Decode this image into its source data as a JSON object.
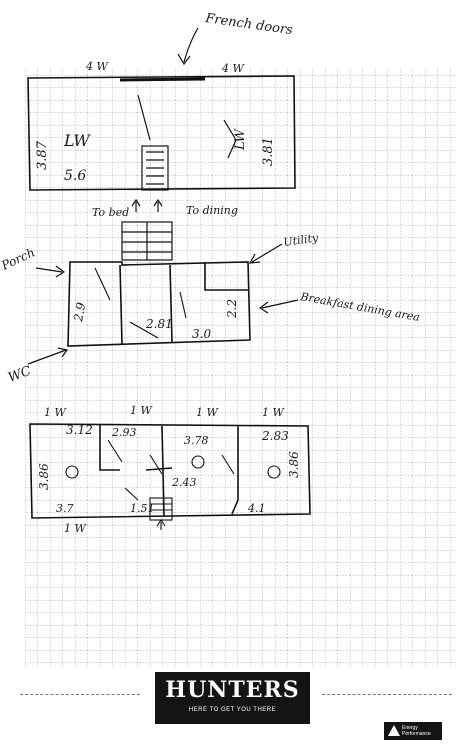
{
  "sketch": {
    "annotations": {
      "french_doors": "French doors",
      "to_bed": "To bed",
      "to_dining": "To dining",
      "porch": "Porch",
      "utility": "Utility",
      "wc": "WC",
      "breakfast_dining_area": "Breakfast dining area"
    },
    "ground_floor": {
      "lounge_label": "LW",
      "lounge_size": "5.6",
      "left_dim": "3.87",
      "right_label": "LW",
      "right_dim": "3.81",
      "top_label": "4 W",
      "top_label_right": "4 W"
    },
    "middle": {
      "kitchen_dim": "2.9",
      "hall_dim": "2.81",
      "utility_dim": "3.0",
      "side_dim": "2.2"
    },
    "first_floor": {
      "bed1_dim": "3.12",
      "bed1_side": "3.86",
      "bed2_dim": "2.93",
      "bed3_dim": "3.78",
      "bed4_dim": "2.83",
      "bed4_side": "3.86",
      "bath_dim": "2.43",
      "landing_dim": "1.51",
      "bottom_left": "3.7",
      "bottom_right": "4.1",
      "top_marks": [
        "1 W",
        "1 W",
        "1 W",
        "1 W"
      ],
      "bottom_mark": "1 W"
    }
  },
  "logo": {
    "brand": "HUNTERS",
    "tagline": "HERE TO GET YOU THERE"
  },
  "badge": {
    "line1": "Energy",
    "line2": "Performance"
  }
}
